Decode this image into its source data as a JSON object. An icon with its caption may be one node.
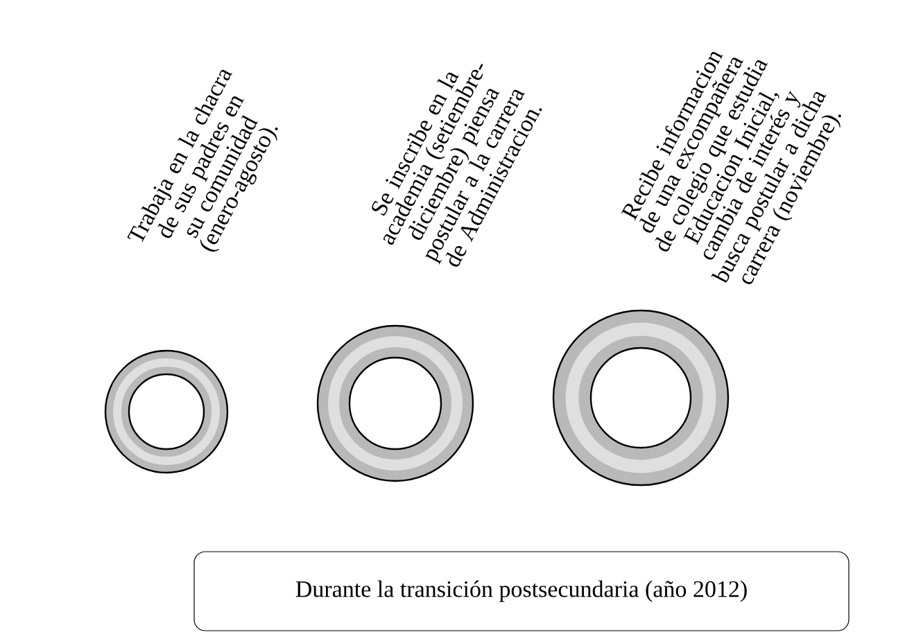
{
  "diagram": {
    "nodes": [
      {
        "text": [],
        "shape": "circle"
      },
      {
        "text": [],
        "shape": "circle"
      },
      {
        "text": [],
        "shape": "circle"
      },
      {
        "text": [
          "Durante la transición postsecundaria (año 2012)"
        ]
      }
    ],
    "labels": [
      "Trabaja en la chacra de sus padres en su comunidad (enero-agosto).",
      "Se inscribe en la academia (setiembre-diciembre) piensa postular a la carrera de Administracion.",
      "Recibe informacion de una excompañera de colegio que estudia Educacion Inicial, cambia de interés y busca postular a dicha carrera (noviembre)."
    ]
  }
}
